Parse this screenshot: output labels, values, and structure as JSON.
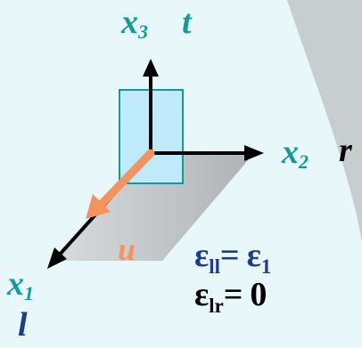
{
  "axes": {
    "x3": {
      "var": "x",
      "sub": "3",
      "alias": "t"
    },
    "x2": {
      "var": "x",
      "sub": "2",
      "alias": "r"
    },
    "x1": {
      "var": "x",
      "sub": "1",
      "alias": "l"
    }
  },
  "displacement_label": "u",
  "equations": [
    {
      "lhs": "ε",
      "lhs_sub": "ll",
      "op": "=",
      "rhs": "ε",
      "rhs_sub": "1",
      "color": "#1d3c8f"
    },
    {
      "lhs": "ε",
      "lhs_sub": "lr",
      "op": "=",
      "rhs": "0",
      "rhs_sub": "",
      "color": "#000000"
    }
  ],
  "colors": {
    "background": "#e8f7fa",
    "corner_shade": "#c8cdcf",
    "axis_label": "#159a9a",
    "axis": "#000000",
    "element_fill": "#bfeafa",
    "element_stroke": "#159a9a",
    "displacement_arrow": "#f4935e",
    "shadow_plane": "#b9bcbe"
  }
}
